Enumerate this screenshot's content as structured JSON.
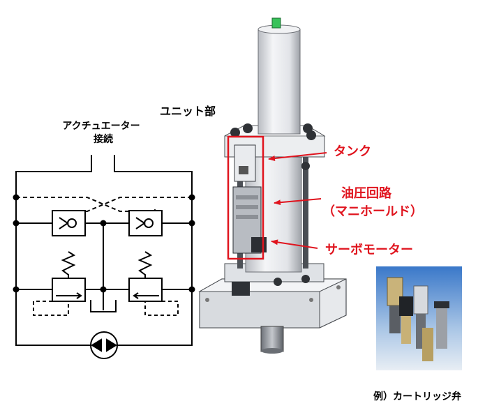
{
  "labels": {
    "unit": "ユニット部",
    "actuator_line1": "アクチュエーター",
    "actuator_line2": "接続",
    "tank": "タンク",
    "hydraulic_line1": "油圧回路",
    "hydraulic_line2": "（マニホールド）",
    "servo": "サーボモーター",
    "example": "例）カートリッジ弁"
  },
  "colors": {
    "callout": "#e0141e",
    "line": "#000000"
  }
}
